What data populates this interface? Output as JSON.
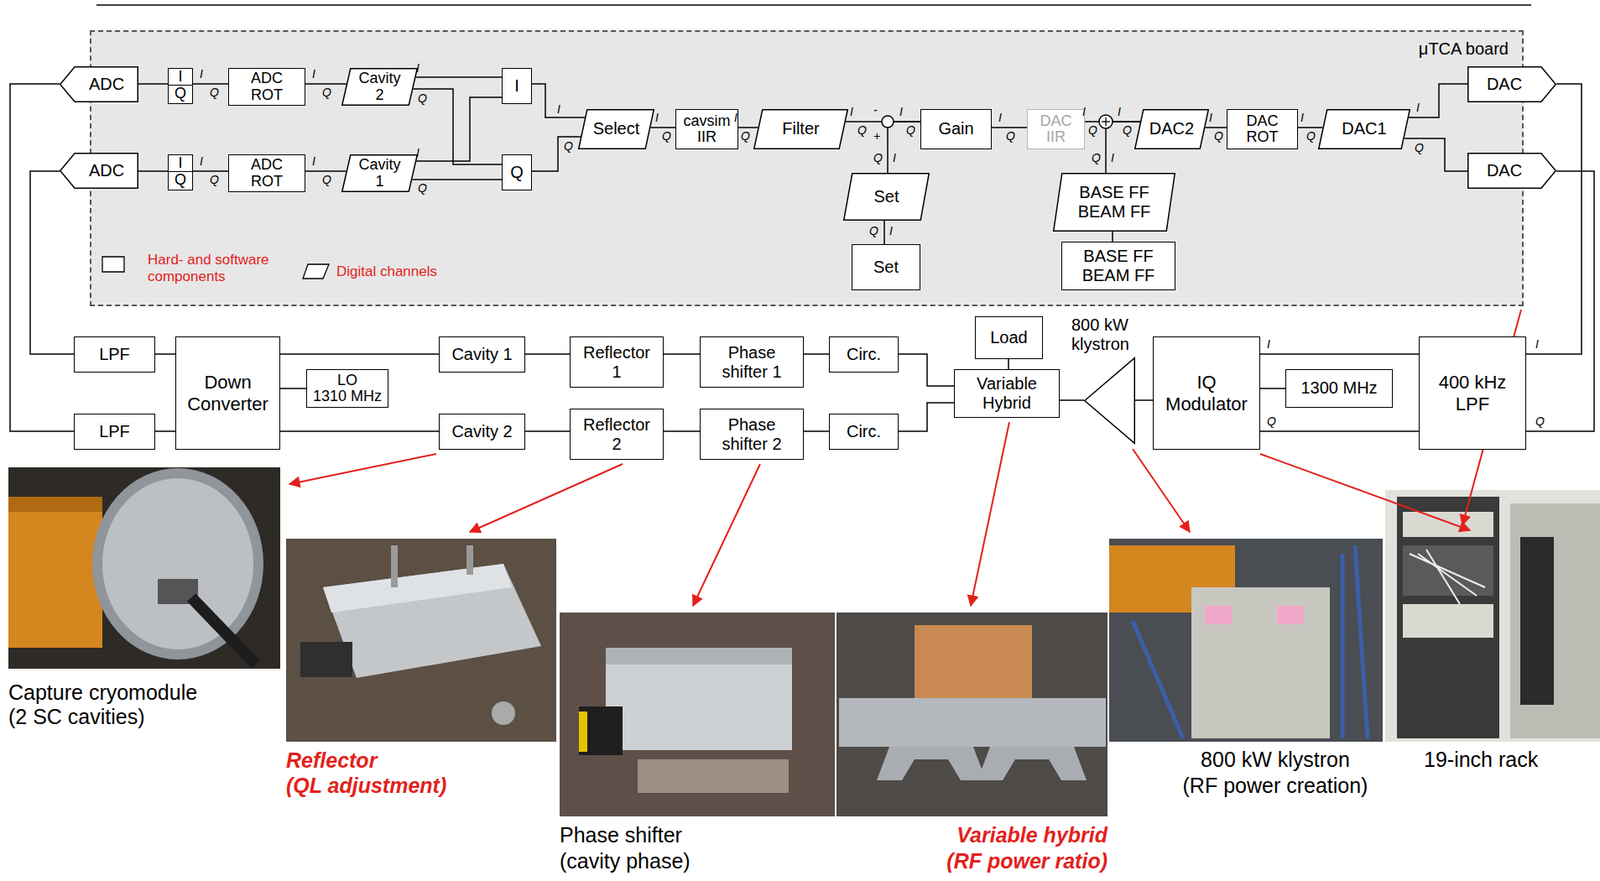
{
  "diagram": {
    "nodes": [
      {
        "text": [
          "μTCA board"
        ]
      },
      {
        "text": [
          "I",
          "Q"
        ],
        "in": 0
      },
      {
        "text": [
          "ADC ROT"
        ],
        "in": 0
      },
      {
        "text": [
          "Cavity 2"
        ],
        "in": 0
      },
      {
        "text": [
          "I"
        ],
        "in": 0
      },
      {
        "text": [
          "Select"
        ],
        "in": 0
      },
      {
        "text": [
          "cavsim IIR"
        ],
        "in": 0
      },
      {
        "text": [
          "Filter"
        ],
        "in": 0
      },
      {
        "text": [
          "Gain"
        ],
        "in": 0
      },
      {
        "text": [
          "DAC IIR"
        ],
        "in": 0
      },
      {
        "text": [
          "DAC2"
        ],
        "in": 0
      },
      {
        "text": [
          "DAC ROT"
        ],
        "in": 0
      },
      {
        "text": [
          "DAC1"
        ],
        "in": 0
      },
      {
        "text": [
          "I",
          "Q"
        ],
        "in": 0
      },
      {
        "text": [
          "ADC ROT"
        ],
        "in": 0
      },
      {
        "text": [
          "Cavity 1"
        ],
        "in": 0
      },
      {
        "text": [
          "Q"
        ],
        "in": 0
      },
      {
        "text": [
          "Set"
        ],
        "in": 0
      },
      {
        "text": [
          "BASE FF",
          "BEAM FF"
        ],
        "in": 0
      },
      {
        "text": [
          "Set"
        ],
        "in": 0
      },
      {
        "text": [
          "BASE FF",
          "BEAM FF"
        ],
        "in": 0
      },
      {
        "text": [
          "ADC"
        ]
      },
      {
        "text": [
          "DAC"
        ]
      },
      {
        "text": [
          "ADC"
        ]
      },
      {
        "text": [
          "DAC"
        ]
      },
      {
        "text": [
          "LPF"
        ]
      },
      {
        "text": [
          "Down Converter"
        ]
      },
      {
        "text": [
          "LO",
          "1310 MHz"
        ]
      },
      {
        "text": [
          "Cavity 1"
        ]
      },
      {
        "text": [
          "Reflector 1"
        ]
      },
      {
        "text": [
          "Phase shifter 1"
        ]
      },
      {
        "text": [
          "Circ."
        ]
      },
      {
        "text": [
          "Load"
        ]
      },
      {
        "text": [
          "Variable Hybrid"
        ]
      },
      {
        "text": [
          "800 kW klystron"
        ]
      },
      {
        "text": [
          "IQ Modulator"
        ]
      },
      {
        "text": [
          "1300 MHz"
        ]
      },
      {
        "text": [
          "400 kHz LPF"
        ]
      },
      {
        "text": [
          "LPF"
        ]
      },
      {
        "text": [
          "Cavity 2"
        ]
      },
      {
        "text": [
          "Reflector 2"
        ]
      },
      {
        "text": [
          "Phase shifter 2"
        ]
      },
      {
        "text": [
          "Circ."
        ]
      }
    ],
    "edges": [
      {
        "from": 21,
        "to": 1,
        "arrow": "none"
      },
      {
        "from": 1,
        "to": 2,
        "arrow": "none"
      },
      {
        "from": 2,
        "to": 3,
        "arrow": "none"
      },
      {
        "from": 3,
        "to": 4,
        "arrow": "none"
      },
      {
        "from": 3,
        "to": 16,
        "arrow": "none"
      },
      {
        "from": 15,
        "to": 4,
        "arrow": "none"
      },
      {
        "from": 15,
        "to": 16,
        "arrow": "none"
      },
      {
        "from": 4,
        "to": 5,
        "arrow": "none"
      },
      {
        "from": 16,
        "to": 5,
        "arrow": "none"
      },
      {
        "from": 5,
        "to": 6,
        "arrow": "none"
      },
      {
        "from": 6,
        "to": 7,
        "arrow": "none"
      },
      {
        "from": 7,
        "to": 8,
        "arrow": "none"
      },
      {
        "from": 17,
        "to": 8,
        "arrow": "none"
      },
      {
        "from": 17,
        "to": 19,
        "arrow": "none"
      },
      {
        "from": 8,
        "to": 9,
        "arrow": "none"
      },
      {
        "from": 9,
        "to": 10,
        "arrow": "none"
      },
      {
        "from": 18,
        "to": 10,
        "arrow": "none"
      },
      {
        "from": 18,
        "to": 20,
        "arrow": "none"
      },
      {
        "from": 10,
        "to": 11,
        "arrow": "none"
      },
      {
        "from": 11,
        "to": 12,
        "arrow": "none"
      },
      {
        "from": 12,
        "to": 22,
        "arrow": "none"
      },
      {
        "from": 12,
        "to": 24,
        "arrow": "none"
      },
      {
        "from": 23,
        "to": 13,
        "arrow": "none"
      },
      {
        "from": 13,
        "to": 14,
        "arrow": "none"
      },
      {
        "from": 14,
        "to": 15,
        "arrow": "none"
      },
      {
        "from": 21,
        "to": 38,
        "arrow": "none"
      },
      {
        "from": 23,
        "to": 25,
        "arrow": "none"
      },
      {
        "from": 25,
        "to": 26,
        "arrow": "none"
      },
      {
        "from": 38,
        "to": 26,
        "arrow": "none"
      },
      {
        "from": 26,
        "to": 27,
        "arrow": "none"
      },
      {
        "from": 26,
        "to": 28,
        "arrow": "none"
      },
      {
        "from": 26,
        "to": 39,
        "arrow": "none"
      },
      {
        "from": 28,
        "to": 29,
        "arrow": "none"
      },
      {
        "from": 29,
        "to": 30,
        "arrow": "none"
      },
      {
        "from": 30,
        "to": 31,
        "arrow": "none"
      },
      {
        "from": 39,
        "to": 40,
        "arrow": "none"
      },
      {
        "from": 40,
        "to": 41,
        "arrow": "none"
      },
      {
        "from": 41,
        "to": 42,
        "arrow": "none"
      },
      {
        "from": 31,
        "to": 33,
        "arrow": "none"
      },
      {
        "from": 42,
        "to": 33,
        "arrow": "none"
      },
      {
        "from": 32,
        "to": 33,
        "arrow": "none"
      },
      {
        "from": 33,
        "to": 34,
        "arrow": "none"
      },
      {
        "from": 34,
        "to": 35,
        "arrow": "none"
      },
      {
        "from": 35,
        "to": 36,
        "arrow": "none"
      },
      {
        "from": 35,
        "to": 37,
        "arrow": "none"
      },
      {
        "from": 35,
        "to": 37,
        "arrow": "none"
      },
      {
        "from": 22,
        "to": 37,
        "arrow": "none"
      },
      {
        "from": 24,
        "to": 37,
        "arrow": "none"
      }
    ],
    "labels": [
      "I",
      "Q",
      "I",
      "Q",
      "I",
      "Q",
      "I",
      "Q",
      "I",
      "Q",
      "I",
      "Q",
      "I",
      "Q",
      "I",
      "Q",
      "I",
      "Q",
      "I",
      "Q",
      "-",
      "+",
      "Q",
      "I",
      "I",
      "Q",
      "Q",
      "I",
      "I",
      "Q",
      "I",
      "Q",
      "Q",
      "I",
      "I",
      "Q",
      "I",
      "Q",
      "I",
      "Q",
      "I",
      "Q",
      "I",
      "Q",
      "I",
      "Q",
      "Capture cryomodule",
      "(2 SC cavities)",
      "Reflector",
      "(QL adjustment)",
      "Phase shifter",
      "(cavity phase)",
      "Variable hybrid",
      "(RF power ratio)",
      "800 kW klystron",
      "(RF power creation)",
      "19-inch rack"
    ],
    "legend": [
      {
        "text": "Hard- and software components"
      },
      {
        "text": "Digital channels"
      }
    ]
  }
}
